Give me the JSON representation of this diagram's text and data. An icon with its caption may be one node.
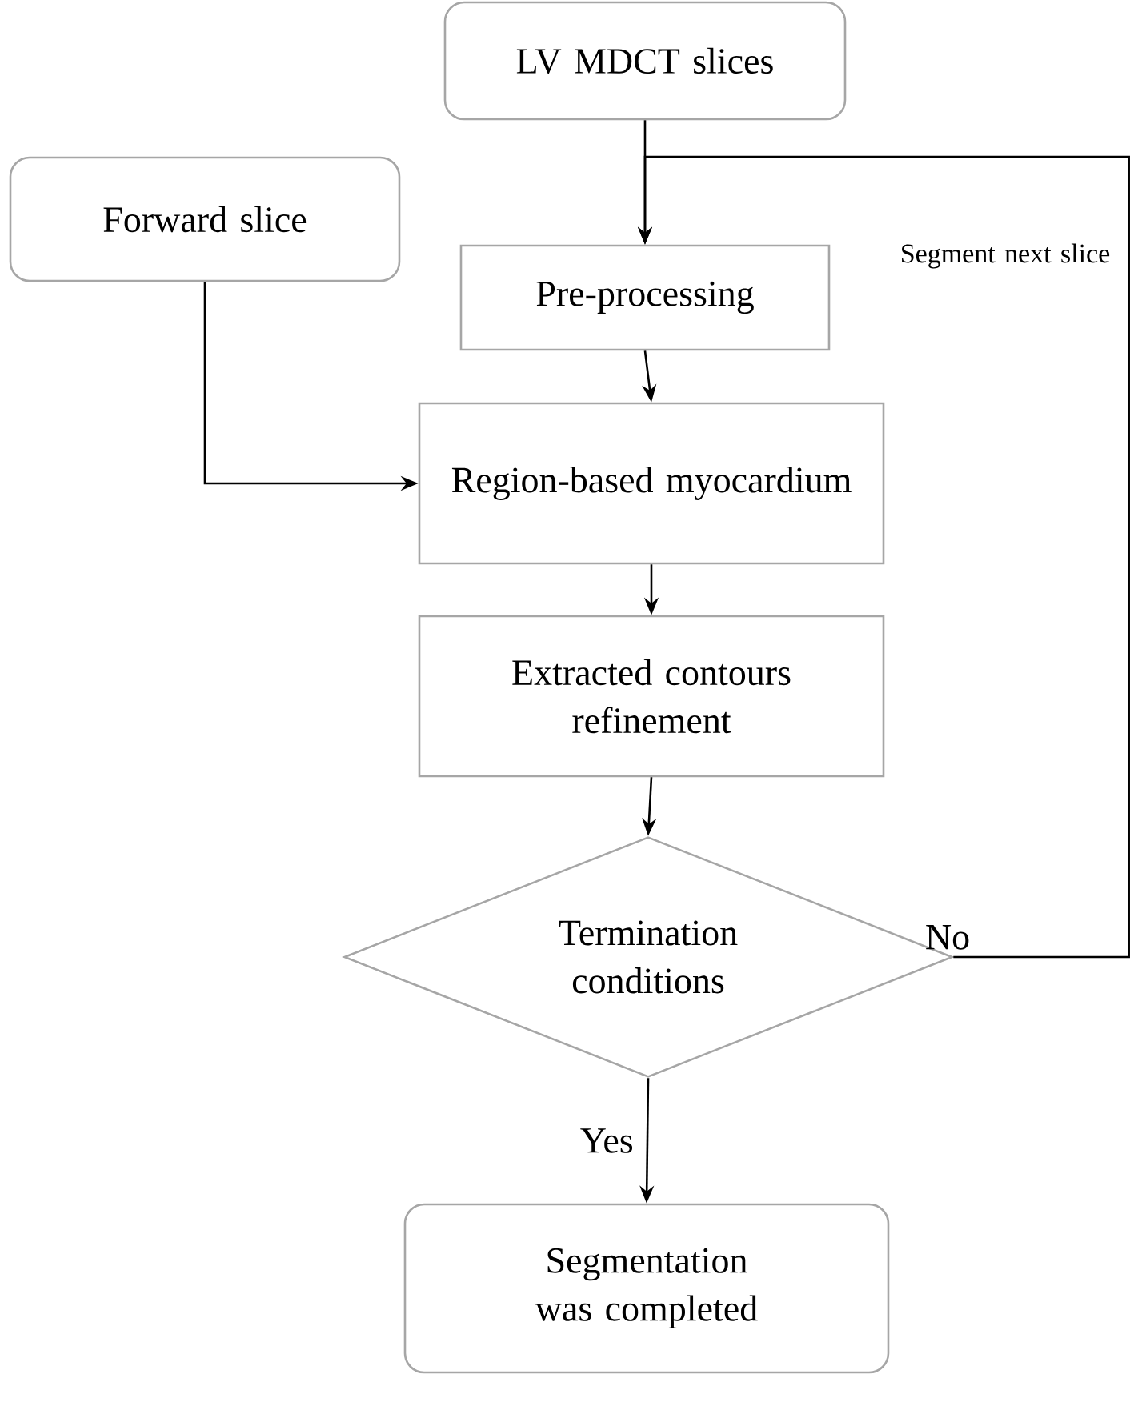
{
  "diagram": {
    "nodes": [
      {
        "text": [
          "LV MDCT slices"
        ]
      },
      {
        "text": [
          "Forward slice"
        ]
      },
      {
        "text": [
          "Pre-processing"
        ]
      },
      {
        "text": [
          "Region-based myocardium"
        ]
      },
      {
        "text": [
          "Extracted contours refinement"
        ]
      },
      {
        "text": [
          "Termination conditions"
        ]
      },
      {
        "text": [
          "Segmentation was completed"
        ]
      }
    ],
    "edges": [
      {
        "from": 0,
        "to": 2,
        "arrow": "to"
      },
      {
        "from": 5,
        "to": 2,
        "arrow": "to",
        "label": "No"
      },
      {
        "from": 1,
        "to": 3,
        "arrow": "to"
      },
      {
        "from": 2,
        "to": 3,
        "arrow": "to"
      },
      {
        "from": 3,
        "to": 4,
        "arrow": "to"
      },
      {
        "from": 4,
        "to": 5,
        "arrow": "to"
      },
      {
        "from": 5,
        "to": 6,
        "arrow": "to",
        "label": "Yes"
      }
    ],
    "labels": [
      "Segment next slice"
    ]
  }
}
